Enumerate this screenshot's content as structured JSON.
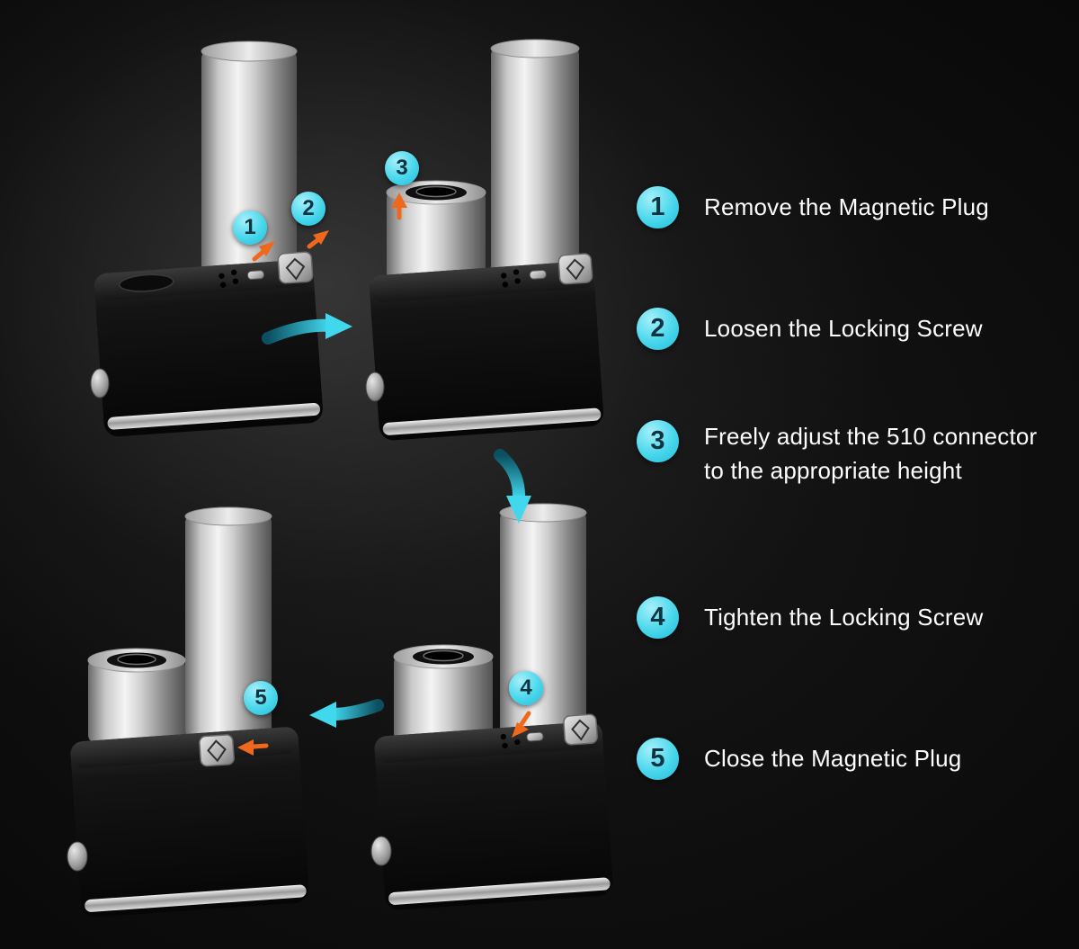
{
  "steps": [
    {
      "number": "1",
      "label": "Remove the Magnetic Plug"
    },
    {
      "number": "2",
      "label": "Loosen the Locking Screw"
    },
    {
      "number": "3",
      "label": "Freely adjust the 510 connector to the appropriate height"
    },
    {
      "number": "4",
      "label": "Tighten the Locking Screw"
    },
    {
      "number": "5",
      "label": "Close the Magnetic Plug"
    }
  ],
  "colors": {
    "background": "#070707",
    "accent_cyan": "#41d8ee",
    "accent_cyan_dark": "#0c4f60",
    "arrow_orange": "#f0681c",
    "badge_fill": "#49d7ec",
    "badge_number": "#0e3442",
    "text": "#ffffff",
    "metal_light": "#f2f2f2",
    "metal_dark": "#5f5f5f"
  },
  "icons": {
    "flow_right": "flow-arrow-right-icon",
    "flow_down": "flow-arrow-down-icon",
    "flow_left": "flow-arrow-left-icon",
    "action_arrow": "orange-arrow-icon",
    "plug_logo": "diamond-logo-icon"
  }
}
